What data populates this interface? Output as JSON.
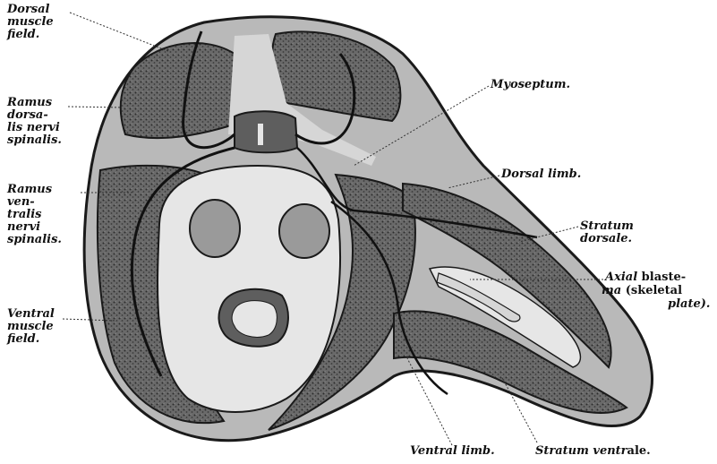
{
  "figure": {
    "colors": {
      "ink": "#1a1a1a",
      "muscle": "#5e5e5e",
      "tissue": "#b9b9b9",
      "light": "#d6d6d6",
      "lightest": "#e6e6e6",
      "background": "#ffffff"
    },
    "labels": {
      "dorsal_muscle_field": "Dorsal\nmuscle\nfield.",
      "ramus_dorsalis": "Ramus\ndorsa-\nlis nervi\nspinalis.",
      "ramus_ventralis": "Ramus\nven-\ntralis\nnervi\nspinalis.",
      "ventral_muscle_field": "Ventral\nmuscle\nfield.",
      "myoseptum": "Myoseptum.",
      "dorsal_limb": "Dorsal limb.",
      "stratum_dorsale": "Stratum\ndorsale.",
      "axial_blastema_1a": "Axial",
      "axial_blastema_1b": "blaste-",
      "axial_blastema_2a": "ma",
      "axial_blastema_2b": "(skeletal",
      "axial_blastema_3": "plate).",
      "ventral_limb": "Ventral limb.",
      "stratum_ventrale_a": "Stratum ventr",
      "stratum_ventrale_b": "ale."
    }
  }
}
